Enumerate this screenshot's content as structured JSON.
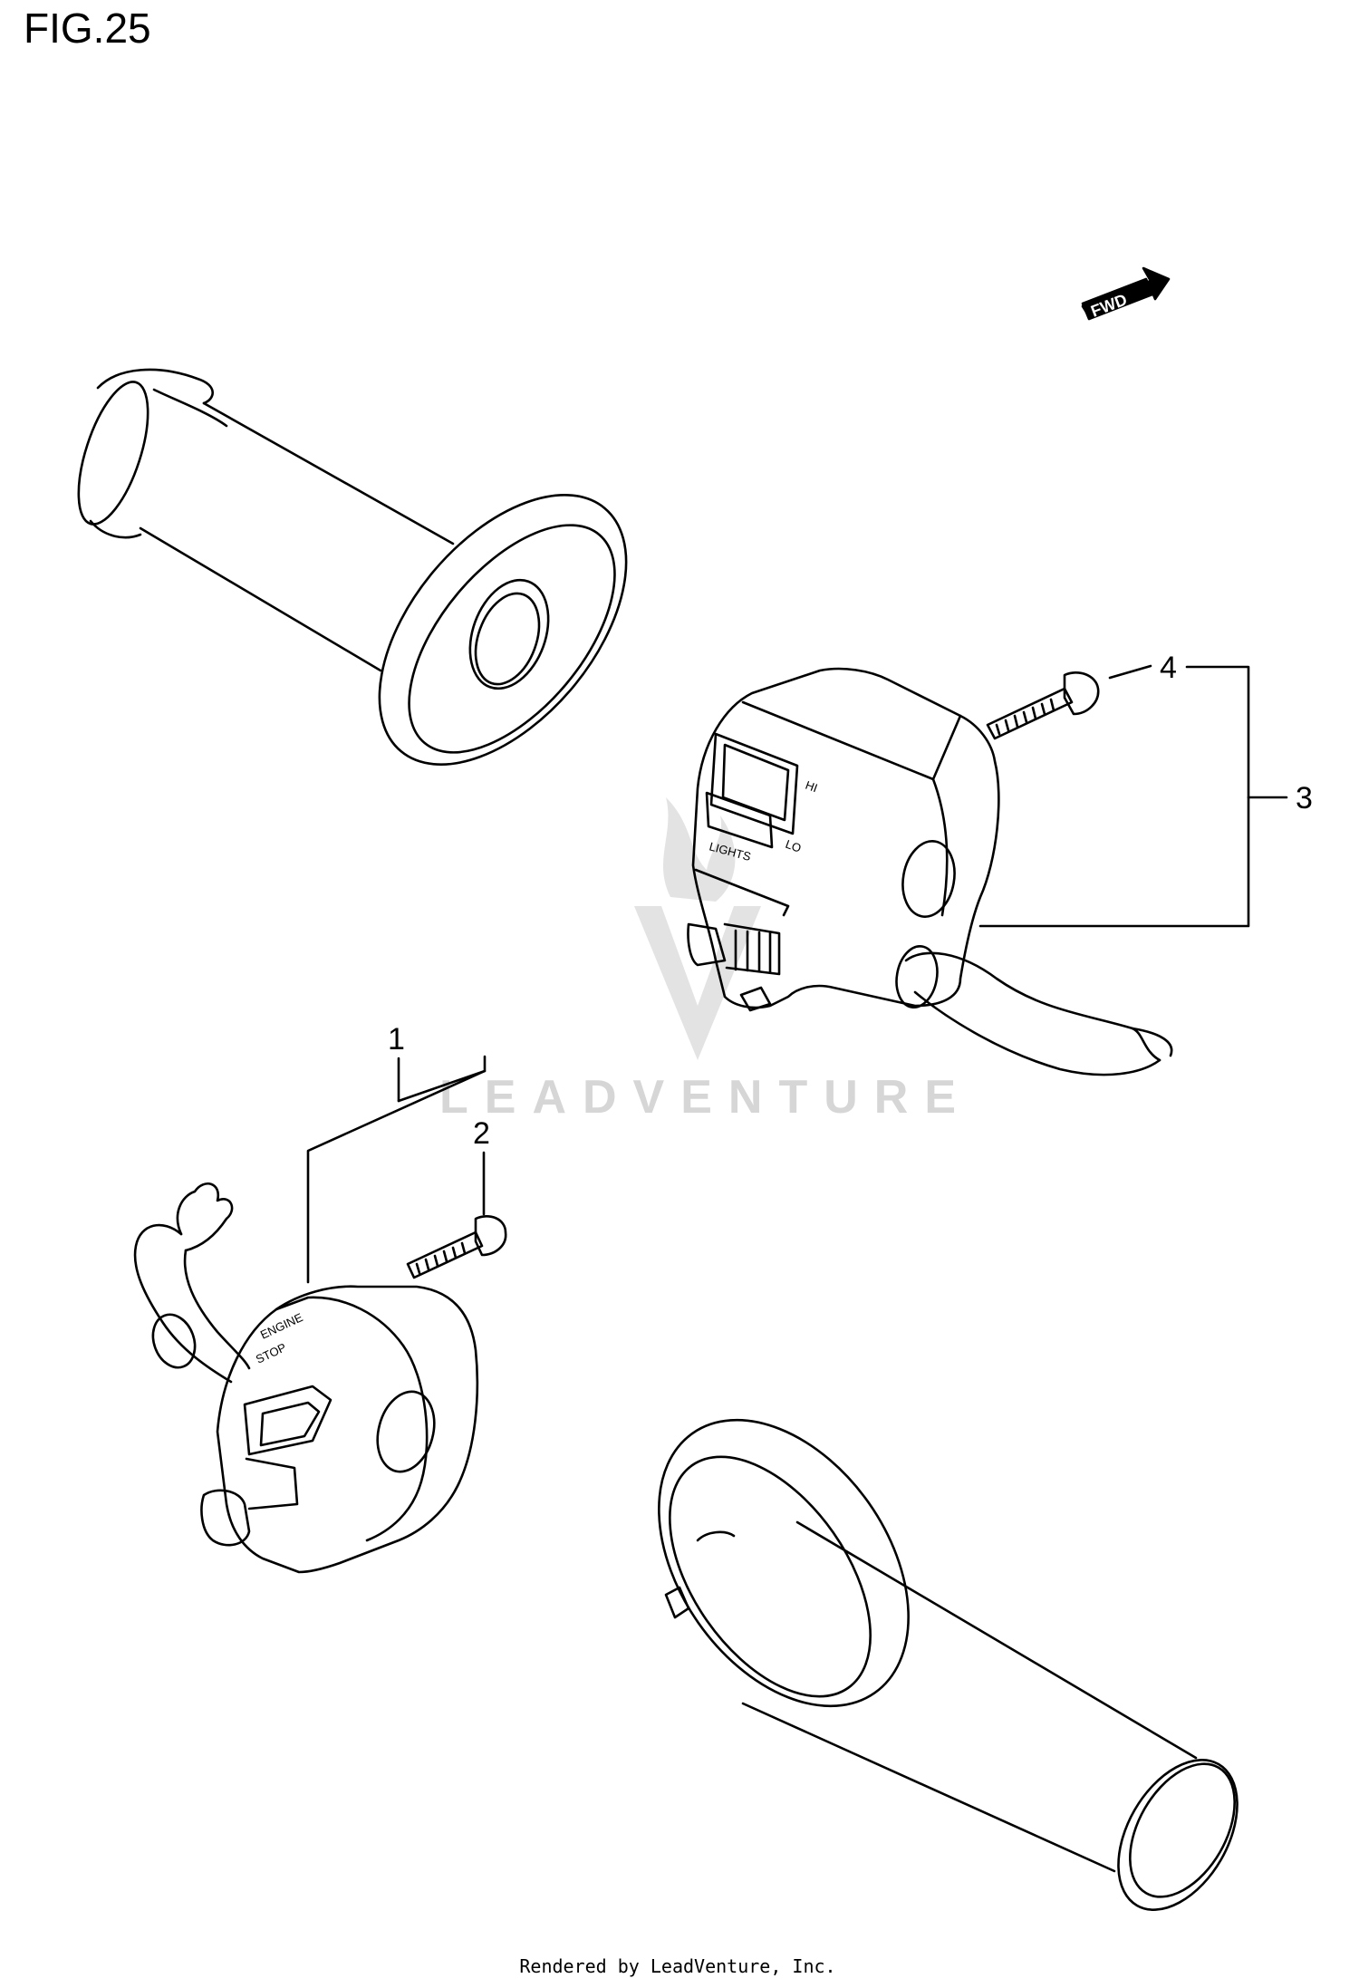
{
  "figure": {
    "title": "FIG.25"
  },
  "fwd_arrow": {
    "label": "FWD",
    "icon": "fwd-arrow-icon"
  },
  "callouts": [
    {
      "number": "1",
      "part": "left handlebar switch"
    },
    {
      "number": "2",
      "part": "screw"
    },
    {
      "number": "3",
      "part": "right handlebar switch"
    },
    {
      "number": "4",
      "part": "screw"
    }
  ],
  "switch_labels": {
    "hi": "HI",
    "lo": "LO",
    "lights": "LIGHTS",
    "engine": "ENGINE",
    "stop": "STOP"
  },
  "watermark": {
    "text": "LEADVENTURE"
  },
  "footer": {
    "text": "Rendered by LeadVenture, Inc."
  }
}
